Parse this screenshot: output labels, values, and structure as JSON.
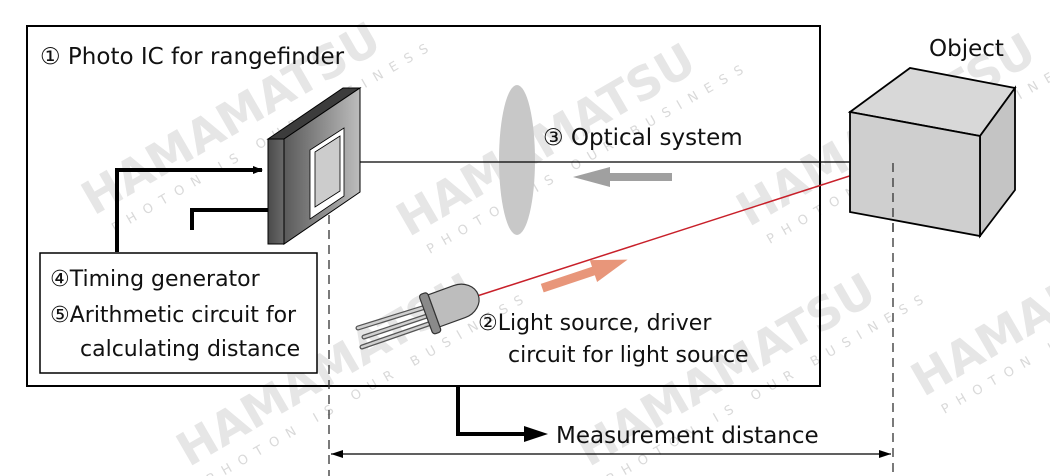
{
  "diagram": {
    "title": "Rangefinder principle",
    "watermark": {
      "brand": "HAMAMATSU",
      "tagline": "PHOTON IS OUR BUSINESS"
    },
    "labels": {
      "photo_ic": "① Photo IC for rangefinder",
      "optical_system": "③ Optical system",
      "object": "Object",
      "timing_generator": "④Timing generator",
      "arithmetic_line1": "⑤Arithmetic circuit for",
      "arithmetic_line2": "calculating distance",
      "light_source_line1": "②Light source, driver",
      "light_source_line2": "circuit for light source",
      "measurement_distance": "Measurement distance"
    },
    "colors": {
      "light_beam": "#c8202a",
      "emit_arrow": "#e8967a",
      "return_arrow": "#a0a0a0",
      "lens": "#c8c8c8",
      "object_fill": "#cfcfcf"
    }
  }
}
